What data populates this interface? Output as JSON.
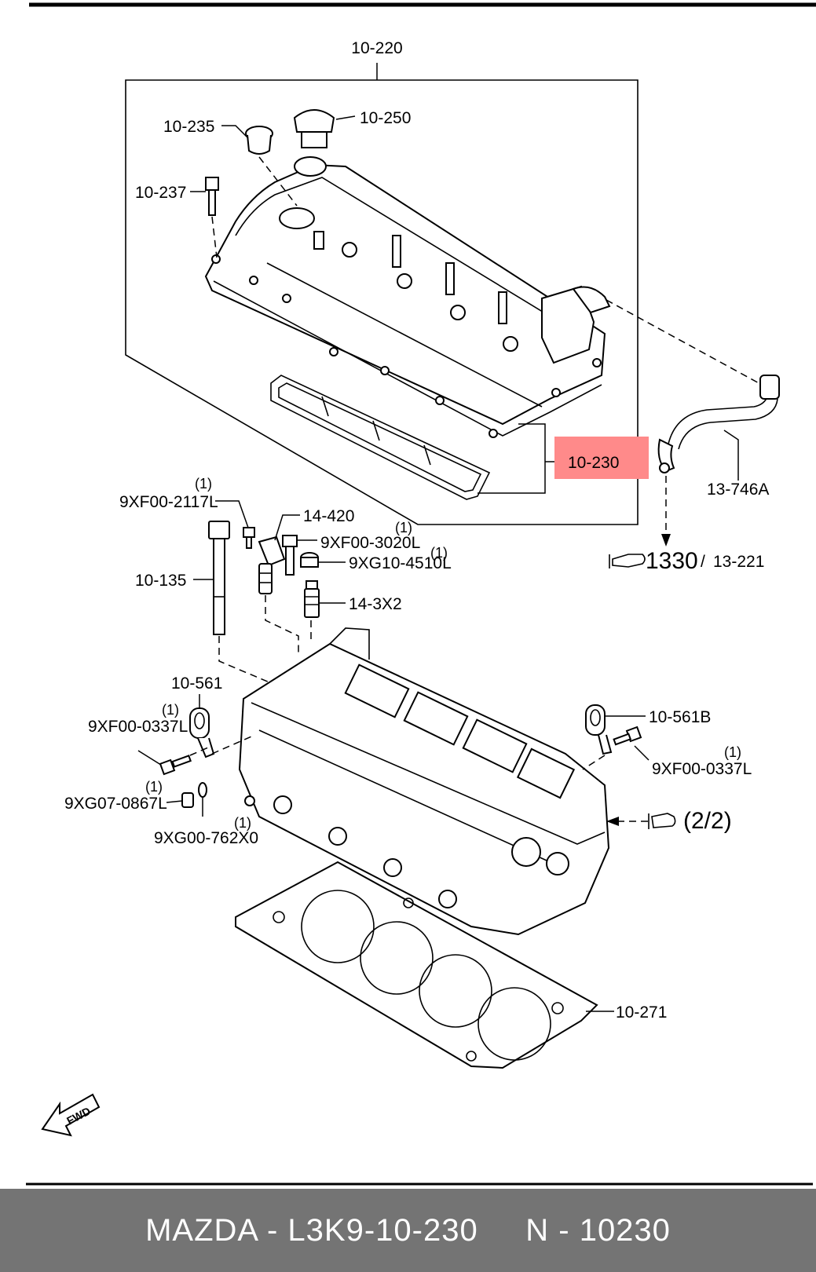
{
  "labels": {
    "cover_assembly": "10-220",
    "plug_seal": "10-235",
    "oil_filler_cap": "10-250",
    "cover_bolt": "10-237",
    "cover_gasket": "10-230",
    "breather_hose": "13-746A",
    "ref_1330": "1330",
    "ref_13_221": "13-221",
    "bolt_2117": "9XF00-2117L",
    "sensor_14_420": "14-420",
    "bolt_3020": "9XF00-3020L",
    "plug_4510": "9XG10-4510L",
    "valve_14_3x2": "14-3X2",
    "head_bolt": "10-135",
    "bracket_left": "10-561",
    "bracket_right": "10-561B",
    "bolt_0337_left": "9XF00-0337L",
    "bolt_0337_right": "9XF00-0337L",
    "plug_0867": "9XG07-0867L",
    "washer_762": "9XG00-762X0",
    "ref_2_2": "(2/2)",
    "head_gasket": "10-271",
    "fwd": "FWD"
  },
  "quantities": {
    "bolt_2117": "(1)",
    "bolt_3020": "(1)",
    "plug_4510": "(1)",
    "bolt_0337_left": "(1)",
    "bolt_0337_right": "(1)",
    "plug_0867": "(1)",
    "washer_762": "(1)"
  },
  "highlight_color": "#ff8a8a",
  "footer": {
    "text": "MAZDA - L3K9-10-230     N - 10230"
  }
}
